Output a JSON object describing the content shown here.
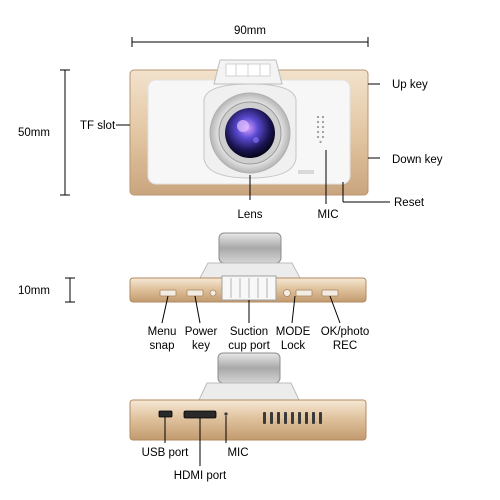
{
  "dimensions": {
    "width": "90mm",
    "height": "50mm",
    "depth": "10mm"
  },
  "front_view": {
    "labels": {
      "tf_slot": "TF slot",
      "lens": "Lens",
      "mic": "MIC",
      "up_key": "Up key",
      "down_key": "Down key",
      "reset": "Reset"
    }
  },
  "top_view": {
    "labels": {
      "menu_line1": "Menu",
      "menu_line2": "snap",
      "power_line1": "Power",
      "power_line2": "key",
      "suction_line1": "Suction",
      "suction_line2": "cup port",
      "mode_line1": "MODE",
      "mode_line2": "Lock",
      "ok_line1": "OK/photo",
      "ok_line2": "REC"
    }
  },
  "bottom_view": {
    "labels": {
      "usb_port": "USB port",
      "hdmi_port": "HDMI port",
      "mic": "MIC"
    }
  },
  "colors": {
    "gold_body": "#e6cdb0",
    "gold_dark": "#c9a57e",
    "silver": "#c8c8c8",
    "lens_blue": "#4a4ac8"
  }
}
